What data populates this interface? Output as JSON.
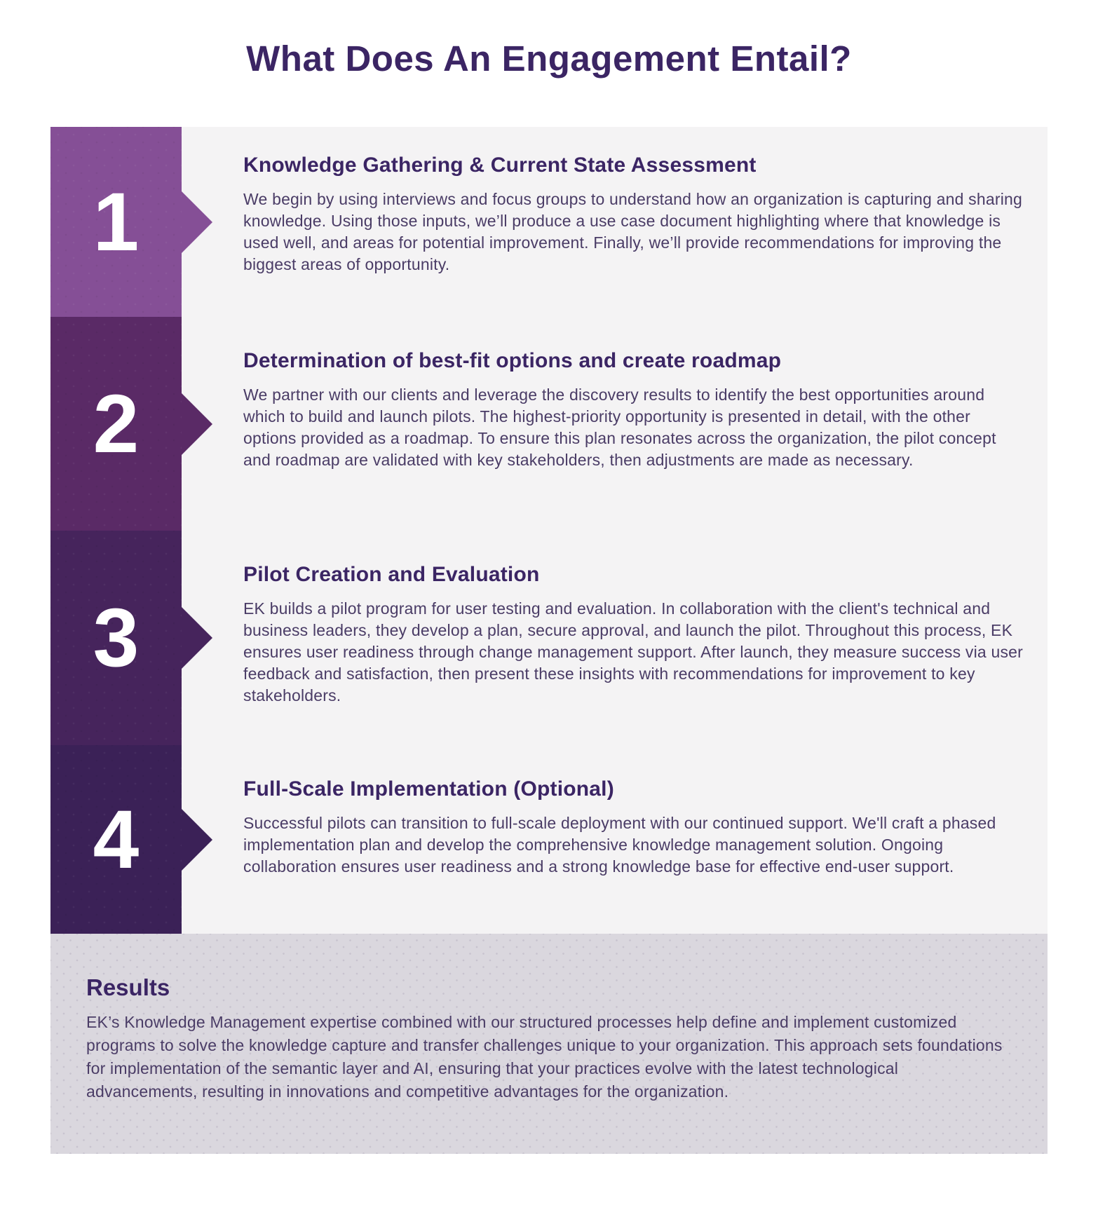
{
  "title": "What Does An Engagement Entail?",
  "colors": {
    "heading_text": "#3b2564",
    "body_text": "#4a3c66",
    "band_background": "#f4f3f4",
    "results_background": "#dad7de",
    "number_text": "#ffffff",
    "step1_purple": "#854f96",
    "step2_purple": "#5a2a66",
    "step3_purple": "#46245c",
    "step4_purple": "#3b2157"
  },
  "steps": [
    {
      "number": "1",
      "color": "#854f96",
      "heading": "Knowledge Gathering & Current State Assessment",
      "body": "We begin by using interviews and focus groups to understand how an organization is capturing and sharing knowledge. Using those inputs, we’ll produce a use case document highlighting where that knowledge is used well, and areas for potential improvement. Finally, we’ll provide recommendations for improving the biggest areas of opportunity."
    },
    {
      "number": "2",
      "color": "#5a2a66",
      "heading": "Determination of best-fit options and create roadmap",
      "body": "We partner with our clients and leverage the discovery results to identify the best opportunities around which to build and launch pilots. The highest-priority opportunity is presented in detail, with the other options provided as a roadmap. To ensure this plan resonates across the organization, the pilot concept and roadmap are validated with key stakeholders, then adjustments are made as necessary."
    },
    {
      "number": "3",
      "color": "#46245c",
      "heading": "Pilot Creation and Evaluation",
      "body": "EK builds a pilot program for user testing and evaluation.  In collaboration with the client's technical and business leaders, they develop a plan, secure approval, and launch the pilot. Throughout this process, EK ensures user readiness through change management support. After launch, they measure success via user feedback and satisfaction, then present these insights with recommendations for improvement to key stakeholders."
    },
    {
      "number": "4",
      "color": "#3b2157",
      "heading": "Full-Scale Implementation (Optional)",
      "body": "Successful pilots can transition to full-scale deployment with our continued support. We'll craft a phased implementation plan and develop the comprehensive knowledge management solution. Ongoing collaboration ensures user readiness and a strong knowledge base for effective end-user support."
    }
  ],
  "results": {
    "heading": "Results",
    "body": "EK’s Knowledge Management expertise combined with our structured processes help define and implement customized programs to solve the knowledge capture and transfer challenges unique to your organization. This approach sets foundations for implementation of the semantic layer and AI, ensuring that your practices evolve with the latest technological advancements, resulting in innovations and competitive advantages for the organization."
  }
}
